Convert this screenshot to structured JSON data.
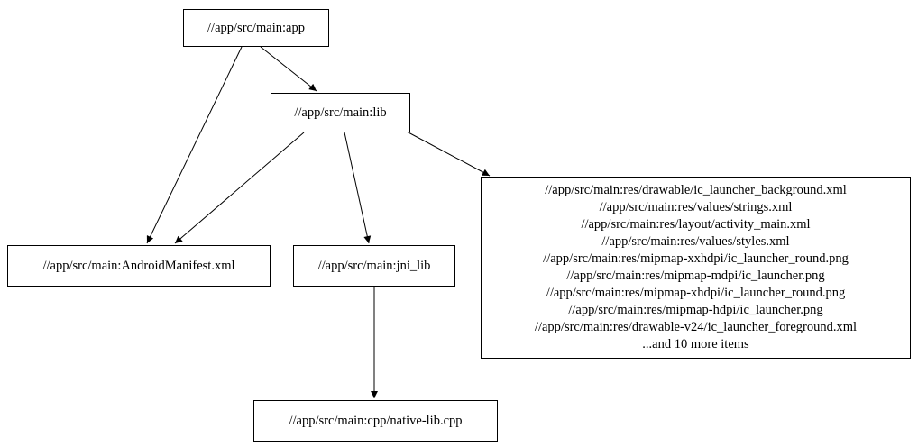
{
  "diagram": {
    "type": "dependency-graph",
    "colors": {
      "background": "#ffffff",
      "node_border": "#000000",
      "node_fill": "#ffffff",
      "edge": "#000000",
      "text": "#000000"
    },
    "nodes": [
      {
        "id": "app",
        "label": "//app/src/main:app"
      },
      {
        "id": "lib",
        "label": "//app/src/main:lib"
      },
      {
        "id": "android_manifest",
        "label": "//app/src/main:AndroidManifest.xml"
      },
      {
        "id": "jni_lib",
        "label": "//app/src/main:jni_lib"
      },
      {
        "id": "res_group",
        "items": [
          "//app/src/main:res/drawable/ic_launcher_background.xml",
          "//app/src/main:res/values/strings.xml",
          "//app/src/main:res/layout/activity_main.xml",
          "//app/src/main:res/values/styles.xml",
          "//app/src/main:res/mipmap-xxhdpi/ic_launcher_round.png",
          "//app/src/main:res/mipmap-mdpi/ic_launcher.png",
          "//app/src/main:res/mipmap-xhdpi/ic_launcher_round.png",
          "//app/src/main:res/mipmap-hdpi/ic_launcher.png",
          "//app/src/main:res/drawable-v24/ic_launcher_foreground.xml",
          "...and 10 more items"
        ]
      },
      {
        "id": "native_lib",
        "label": "//app/src/main:cpp/native-lib.cpp"
      }
    ],
    "edges": [
      {
        "from": "app",
        "to": "lib"
      },
      {
        "from": "app",
        "to": "android_manifest"
      },
      {
        "from": "lib",
        "to": "android_manifest"
      },
      {
        "from": "lib",
        "to": "jni_lib"
      },
      {
        "from": "lib",
        "to": "res_group"
      },
      {
        "from": "jni_lib",
        "to": "native_lib"
      }
    ]
  }
}
